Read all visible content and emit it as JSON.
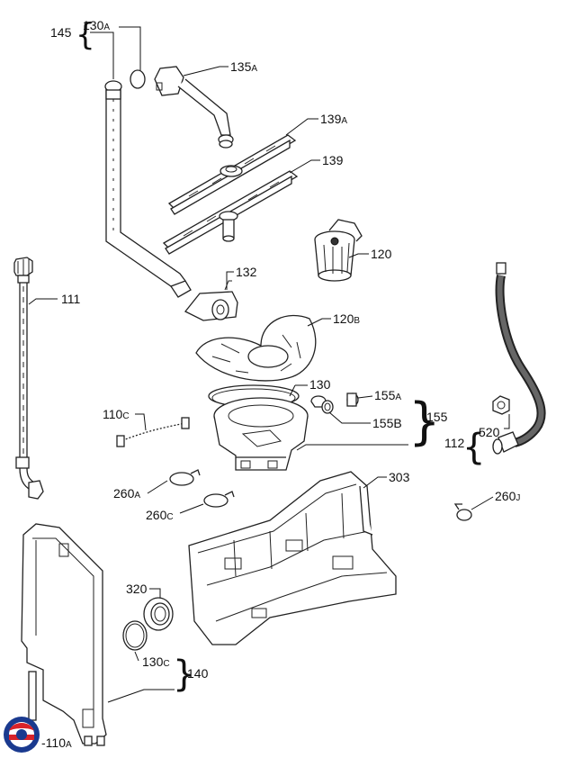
{
  "labels": {
    "l145": "145",
    "l130a": "130",
    "l130a_s": "A",
    "l135a": "135",
    "l135a_s": "A",
    "l139a": "139",
    "l139a_s": "A",
    "l139": "139",
    "l120": "120",
    "l132": "132",
    "l111": "111",
    "l120b": "120",
    "l120b_s": "B",
    "l130": "130",
    "l155a": "155",
    "l155a_s": "A",
    "l155b": "155B",
    "l155": "155",
    "l110c": "110",
    "l110c_s": "C",
    "l520": "520",
    "l112": "112",
    "l303": "303",
    "l260a": "260",
    "l260a_s": "A",
    "l260c": "260",
    "l260c_s": "C",
    "l260j": "260",
    "l260j_s": "J",
    "l320": "320",
    "l130c": "130",
    "l130c_s": "C",
    "l140": "140",
    "l110a": "-110",
    "l110a_s": "A"
  },
  "logo": {
    "icon": "company-logo-icon",
    "colors": [
      "#1a3a8f",
      "#d8232a"
    ]
  }
}
